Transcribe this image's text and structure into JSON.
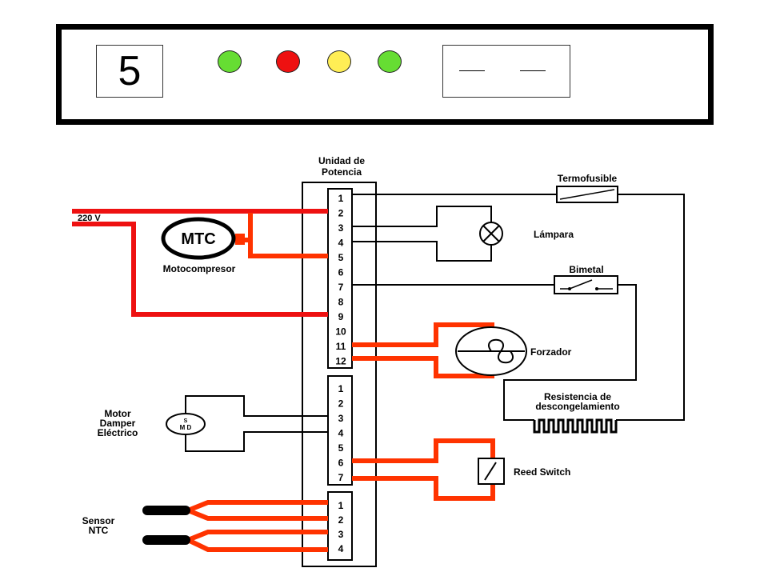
{
  "panel": {
    "code": "5",
    "leds": [
      {
        "name": "led-1",
        "color": "#66dd33"
      },
      {
        "name": "led-2",
        "color": "#ee1111"
      },
      {
        "name": "led-3",
        "color": "#ffee55"
      },
      {
        "name": "led-4",
        "color": "#66dd33"
      }
    ],
    "display": [
      "__",
      "__"
    ]
  },
  "diagram": {
    "wire_colors": {
      "line": "#ee1111",
      "signal": "#ff3300",
      "plain": "#000000"
    },
    "power_label": "220 V",
    "unit_title_line1": "Unidad de",
    "unit_title_line2": "Potencia",
    "connector1_pins": [
      "1",
      "2",
      "3",
      "4",
      "5",
      "6",
      "7",
      "8",
      "9",
      "10",
      "11",
      "12"
    ],
    "connector2_pins": [
      "1",
      "2",
      "3",
      "4",
      "5",
      "6",
      "7"
    ],
    "connector3_pins": [
      "1",
      "2",
      "3",
      "4"
    ],
    "compressor_symbol": "MTC",
    "compressor_label": "Motocompresor",
    "thermal_fuse_label": "Termofusible",
    "lamp_label": "Lámpara",
    "bimetal_label": "Bimetal",
    "fan_label": "Forzador",
    "heater_label_line1": "Resistencia de",
    "heater_label_line2": "descongelamiento",
    "damper_label_line1": "Motor",
    "damper_label_line2": "Damper",
    "damper_label_line3": "Eléctrico",
    "damper_symbol_top": "S",
    "damper_symbol": "M D",
    "reed_switch_label": "Reed Switch",
    "sensor_label_line1": "Sensor",
    "sensor_label_line2": "NTC"
  }
}
